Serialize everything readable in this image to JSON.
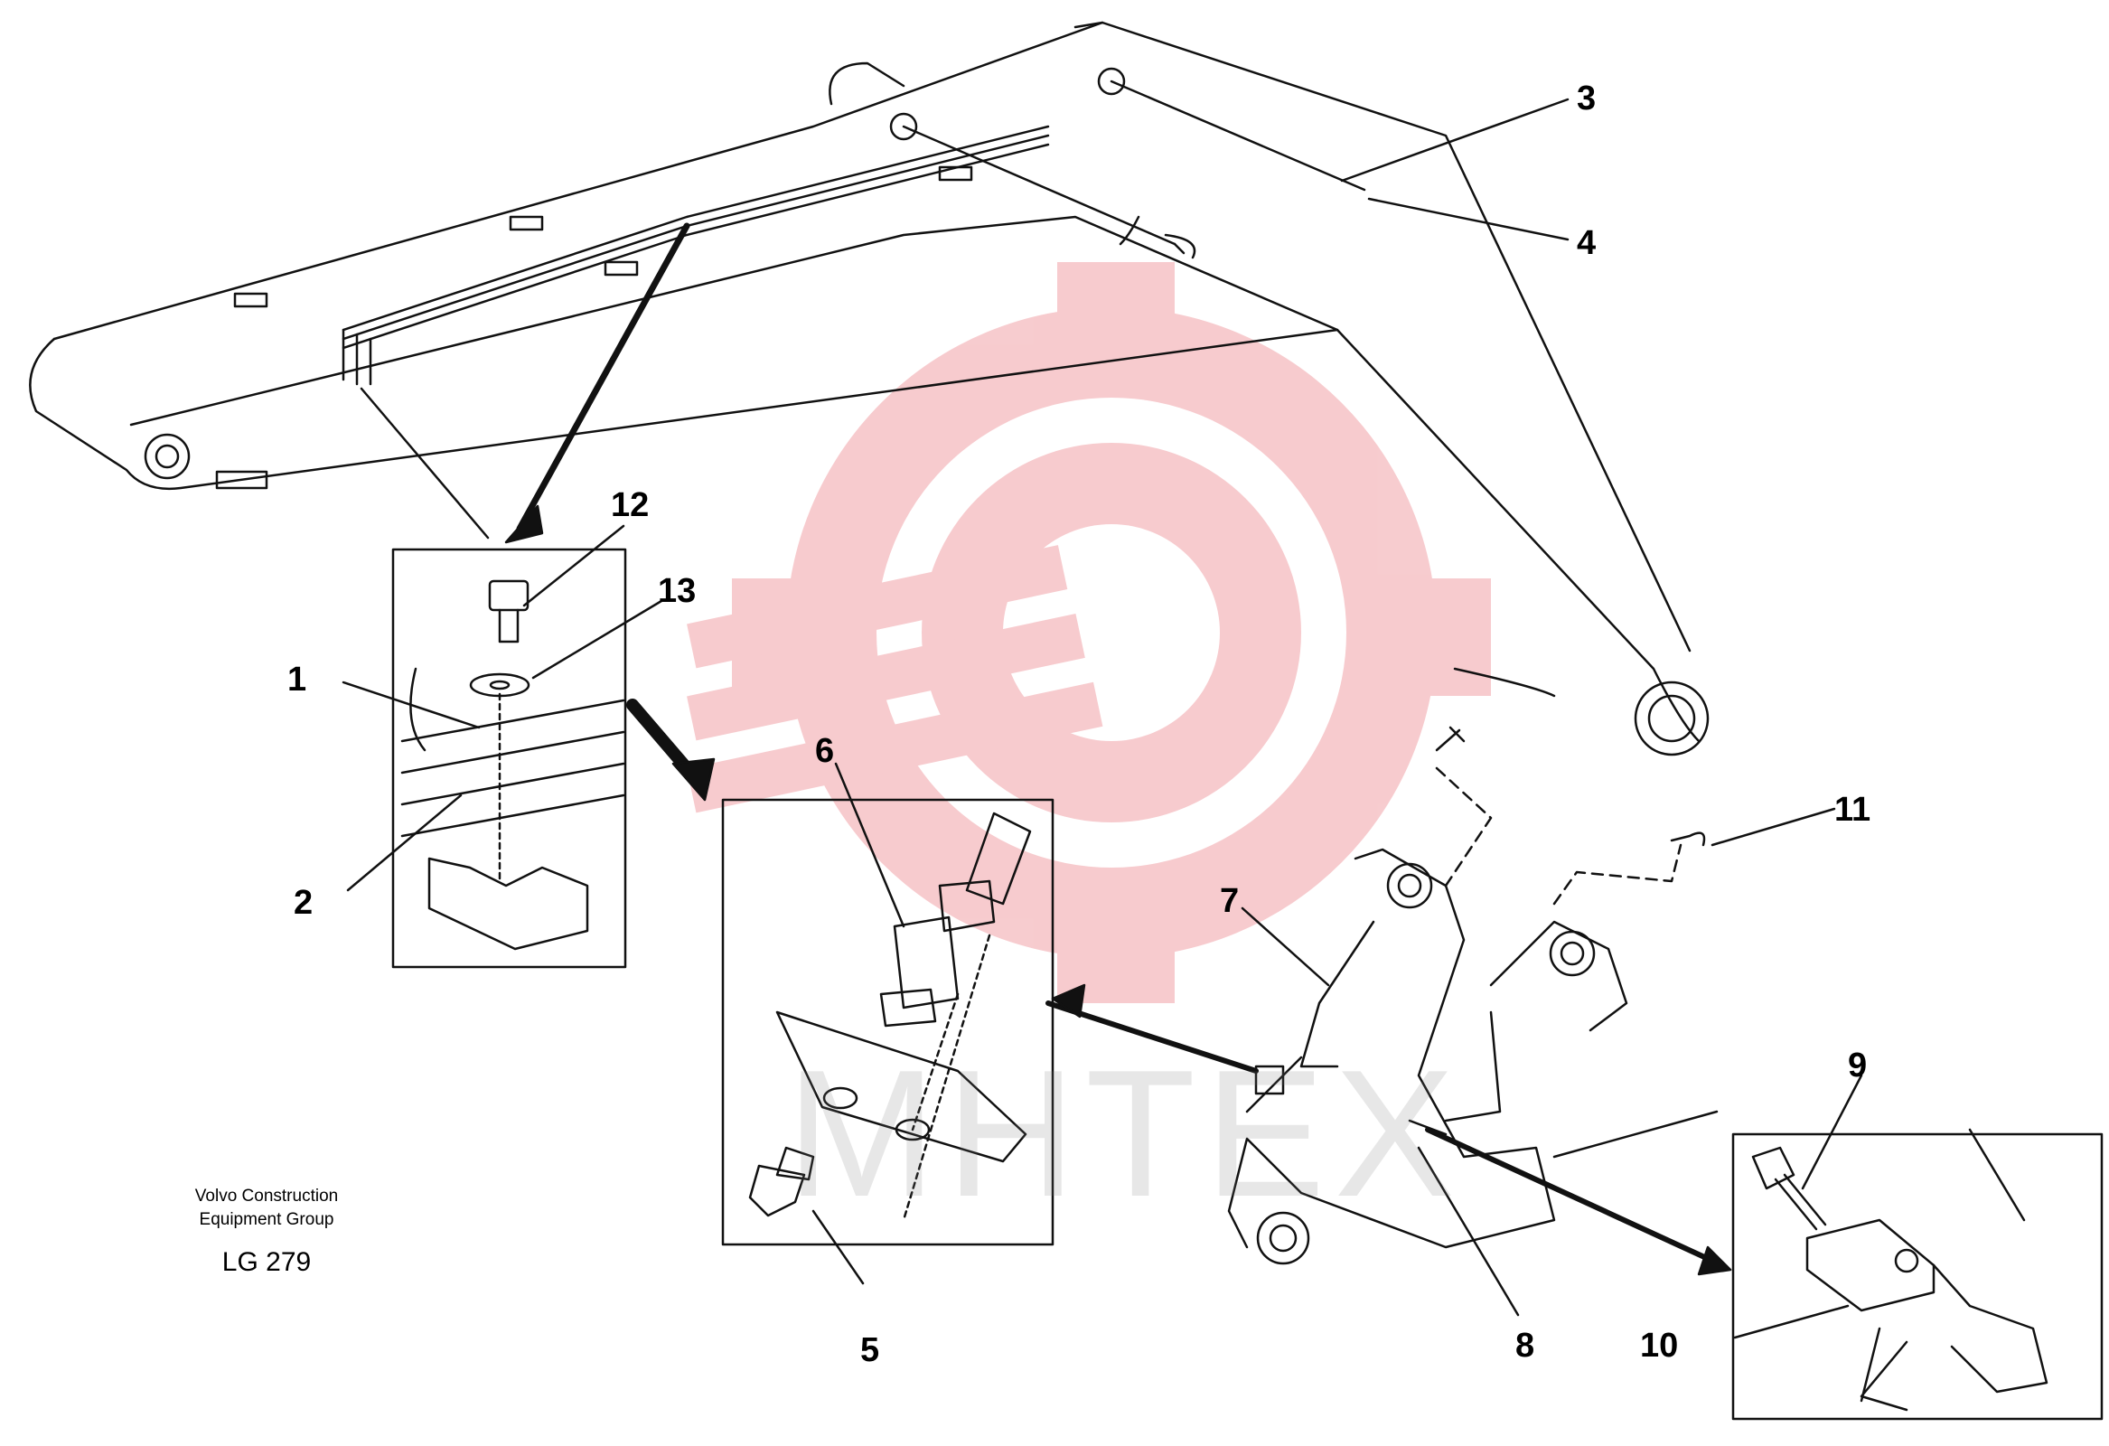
{
  "diagram": {
    "credit_line1": "Volvo Construction",
    "credit_line2": "Equipment Group",
    "code": "LG 279",
    "watermark": "MHTEX",
    "callouts": [
      "1",
      "2",
      "3",
      "4",
      "5",
      "6",
      "7",
      "8",
      "9",
      "10",
      "11",
      "12",
      "13"
    ]
  },
  "colors": {
    "line": "#111111",
    "watermark_red": "#f7c9cc"
  }
}
